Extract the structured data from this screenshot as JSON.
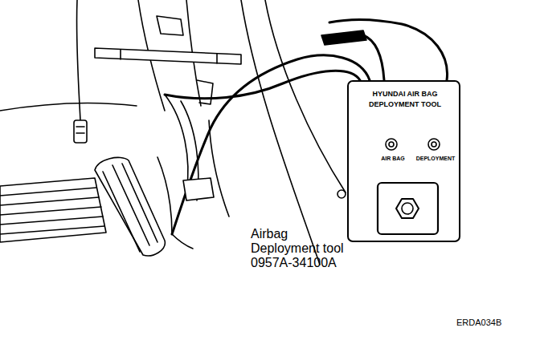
{
  "diagram": {
    "nodes": [
      {
        "text": [
          "HYUNDAI AIR BAG",
          "DEPLOYMENT TOOL",
          "AIR BAG",
          "DEPLOYMENT"
        ]
      }
    ],
    "edges": [],
    "labels": [
      "Airbag Deployment tool 0957A-34100A",
      "ERDA034B"
    ]
  }
}
